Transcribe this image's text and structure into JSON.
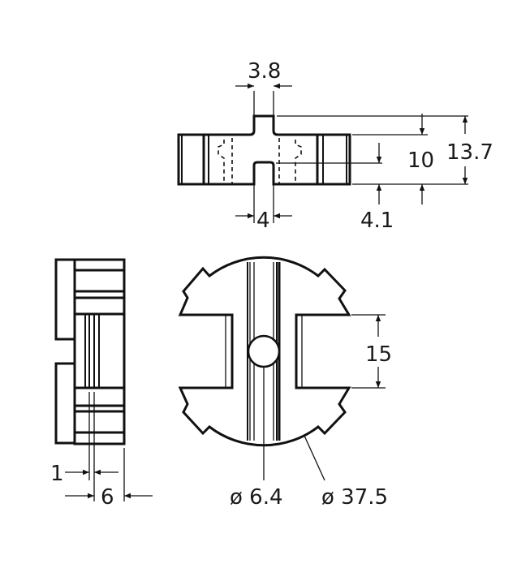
{
  "drawing": {
    "stroke_color": "#111111",
    "background": "#ffffff",
    "top_view": {
      "dim_tab_width": "3.8",
      "dim_notch_width": "4",
      "dim_body_height": "10",
      "dim_total_height": "13.7",
      "dim_notch_depth": "4.1"
    },
    "side_view": {
      "dim_rib_thickness": "1",
      "dim_offset": "6"
    },
    "front_view": {
      "dim_slot_height": "15",
      "dim_hole_diameter": "ø 6.4",
      "dim_outer_diameter": "ø 37.5"
    }
  }
}
